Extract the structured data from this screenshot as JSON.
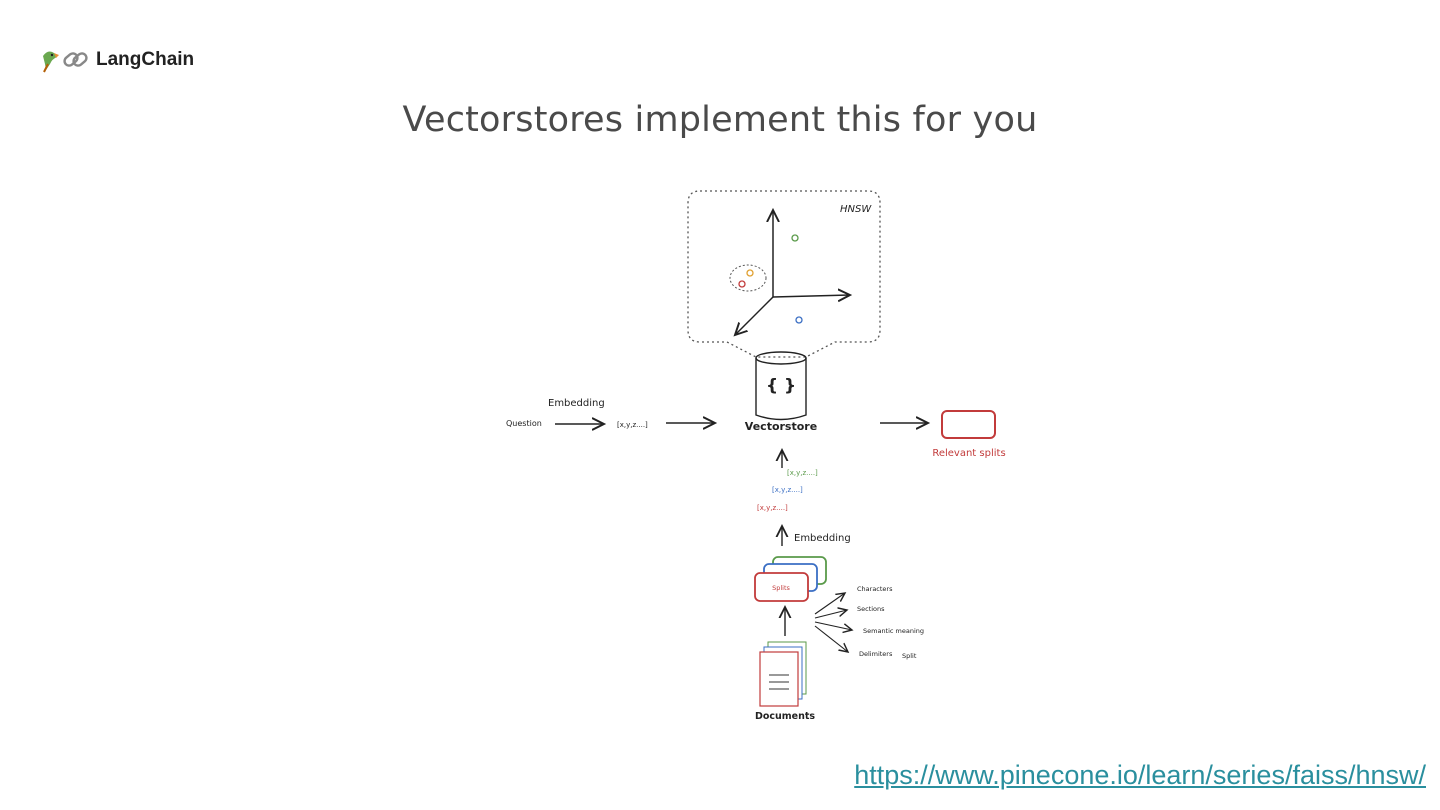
{
  "brand": {
    "name": "LangChain",
    "logo_icons": [
      "parrot-icon",
      "chain-link-icon"
    ]
  },
  "slide": {
    "title": "Vectorstores implement this for you"
  },
  "diagram": {
    "hnsw_label": "HNSW",
    "vectorstore_symbol": "{ }",
    "vectorstore_label": "Vectorstore",
    "question_label": "Question",
    "embedding_top_label": "Embedding",
    "query_vector": "[x,y,z....]",
    "relevant_splits_label": "Relevant splits",
    "vectors": [
      "[x,y,z....]",
      "[x,y,z....]",
      "[x,y,z....]"
    ],
    "embedding_bottom_label": "Embedding",
    "splits_label": "Splits",
    "split_methods": [
      "Characters",
      "Sections",
      "Semantic meaning",
      "Delimiters"
    ],
    "split_label": "Split",
    "documents_label": "Documents",
    "colors": {
      "green": "#5a9a4a",
      "blue": "#3b6fc4",
      "red": "#c23b3b",
      "orange": "#e0a030"
    }
  },
  "source_link": "https://www.pinecone.io/learn/series/faiss/hnsw/"
}
